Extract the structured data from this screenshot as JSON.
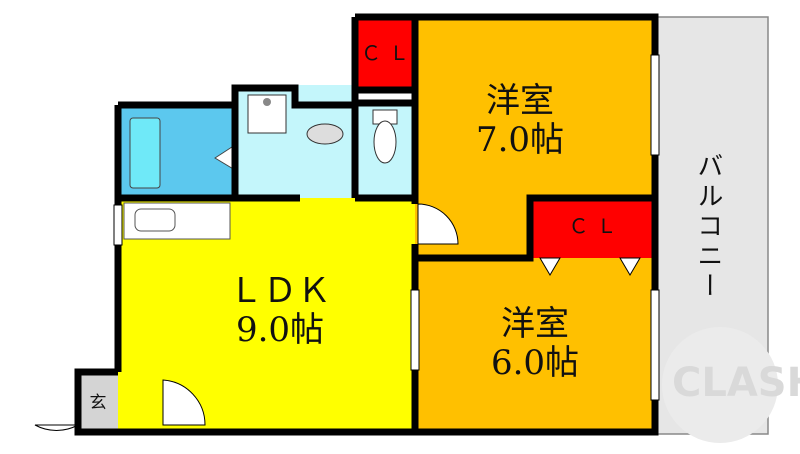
{
  "rooms": {
    "ldk": {
      "name": "ＬＤＫ",
      "size": "9.0帖"
    },
    "bedroom1": {
      "name": "洋室",
      "size": "7.0帖"
    },
    "bedroom2": {
      "name": "洋室",
      "size": "6.0帖"
    },
    "closet1": {
      "name": "ＣＬ"
    },
    "closet2": {
      "name": "ＣＬ"
    },
    "balcony": {
      "name": "バルコニー"
    },
    "entrance": {
      "name": "玄"
    }
  },
  "watermark": "CLASH",
  "colors": {
    "ldk": "#ffff00",
    "bedroom": "#ffc000",
    "closet": "#ff0000",
    "bath": "#5cc8ee",
    "wet_area": "#c4f6fb",
    "balcony": "#e6e6e6",
    "entrance": "#d4d4d4"
  }
}
